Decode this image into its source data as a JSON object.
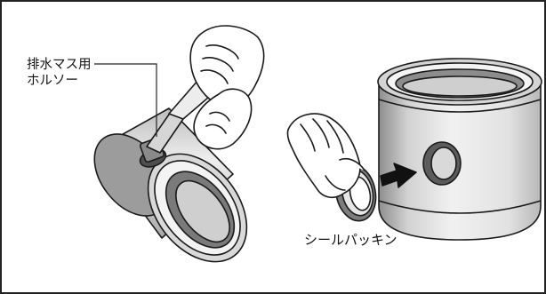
{
  "labels": {
    "hole_saw": [
      "排水マス用",
      "ホルソー"
    ],
    "seal_packing": "シールパッキン"
  },
  "colors": {
    "frame": "#222222",
    "outline": "#1a1a1a",
    "pipe_fill": "#ececec",
    "pipe_shade": "#c4c4c4",
    "pipe_dark": "#9a9a9a",
    "hole_dark": "#5c5c5c",
    "arrow": "#111111",
    "glove": "#ffffff"
  }
}
